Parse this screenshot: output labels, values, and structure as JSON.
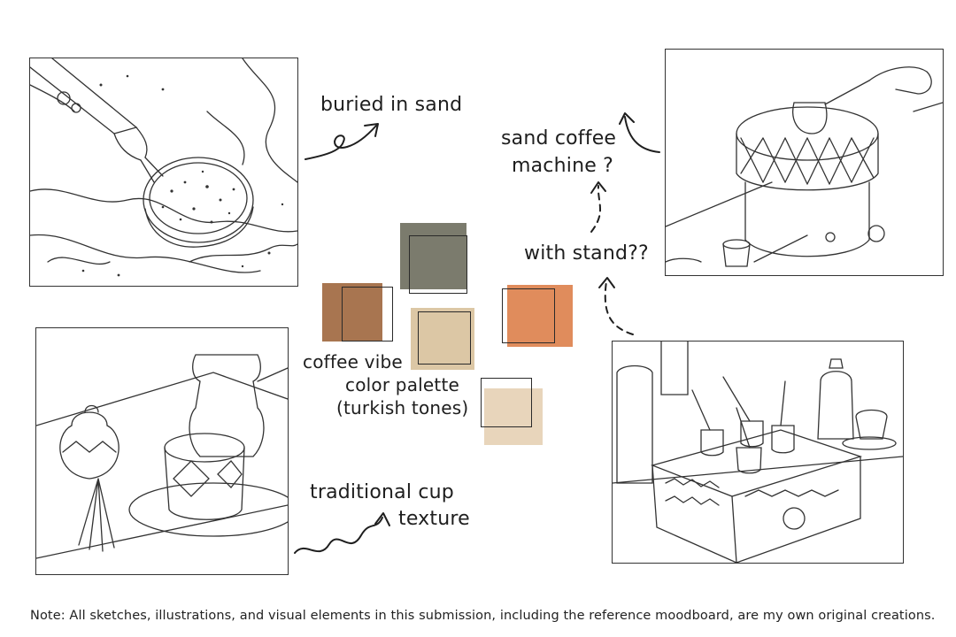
{
  "annotations": {
    "buried": "buried in sand",
    "sand_machine_line1": "sand coffee",
    "sand_machine_line2": "machine ?",
    "with_stand": "with stand??",
    "palette_line1": "coffee vibe",
    "palette_line2": "color palette",
    "palette_line3": "(turkish tones)",
    "cup_line1": "traditional cup",
    "cup_line2": "texture"
  },
  "palette": {
    "colors": [
      "#7b7b6d",
      "#a87550",
      "#dcc7a5",
      "#e08c5c",
      "#e8d5bb"
    ]
  },
  "sketches": [
    {
      "name": "cezve-in-sand-sketch"
    },
    {
      "name": "sand-coffee-machine-sketch"
    },
    {
      "name": "turkish-cup-tray-sketch"
    },
    {
      "name": "coffee-stand-sketch"
    }
  ],
  "footnote": "Note: All sketches, illustrations, and visual elements in this submission, including the reference moodboard, are my own original creations."
}
